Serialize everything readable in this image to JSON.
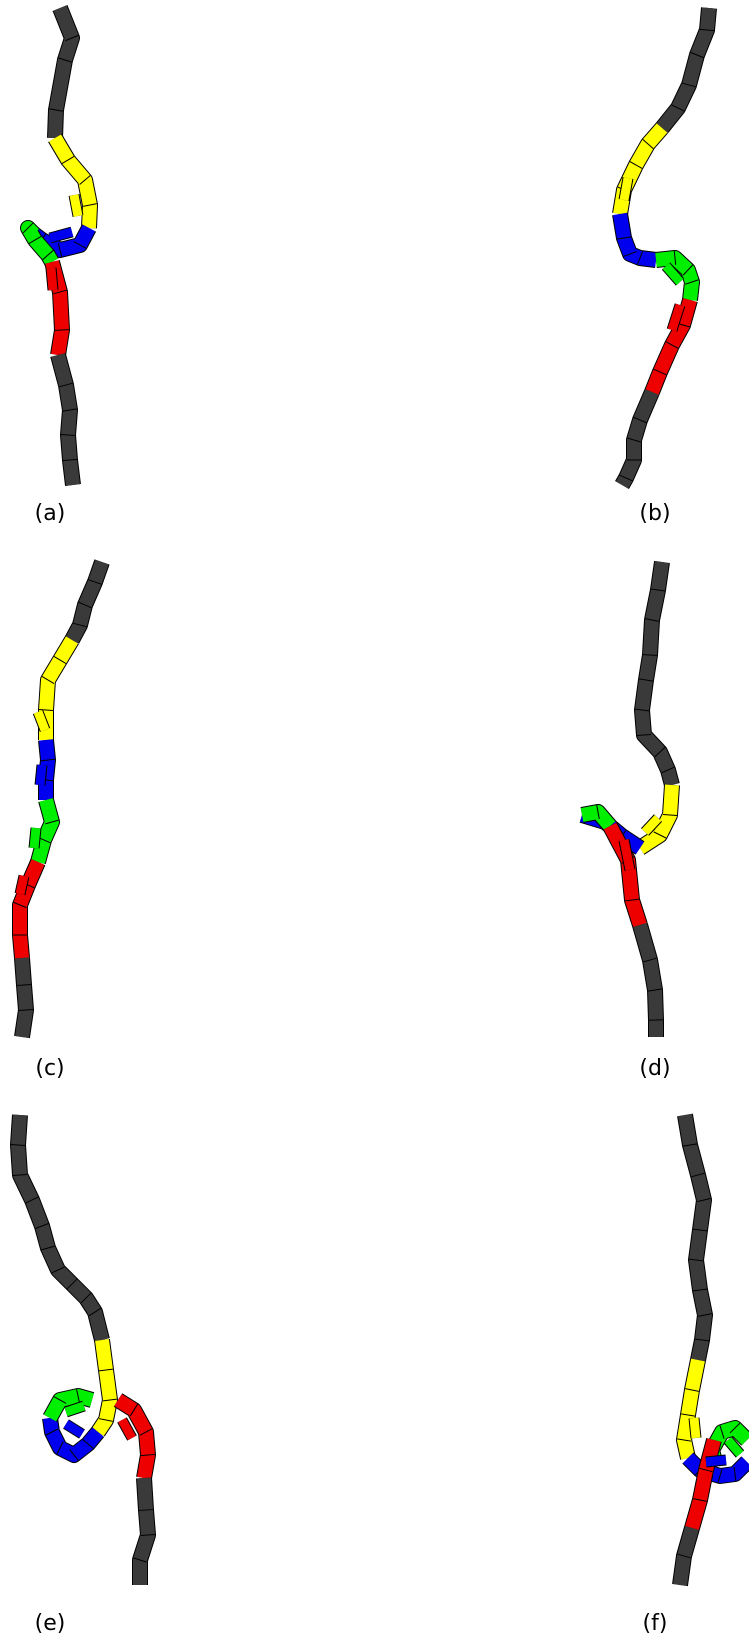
{
  "figure": {
    "panels": [
      {
        "id": "a",
        "caption": "(a)"
      },
      {
        "id": "b",
        "caption": "(b)"
      },
      {
        "id": "c",
        "caption": "(c)"
      },
      {
        "id": "d",
        "caption": "(d)"
      },
      {
        "id": "e",
        "caption": "(e)"
      },
      {
        "id": "f",
        "caption": "(f)"
      }
    ],
    "colors": {
      "backbone": "#3a3a3a",
      "yellow": "#ffff00",
      "blue": "#0000ee",
      "green": "#00ee00",
      "red": "#ee0000",
      "outline": "#000000"
    }
  }
}
